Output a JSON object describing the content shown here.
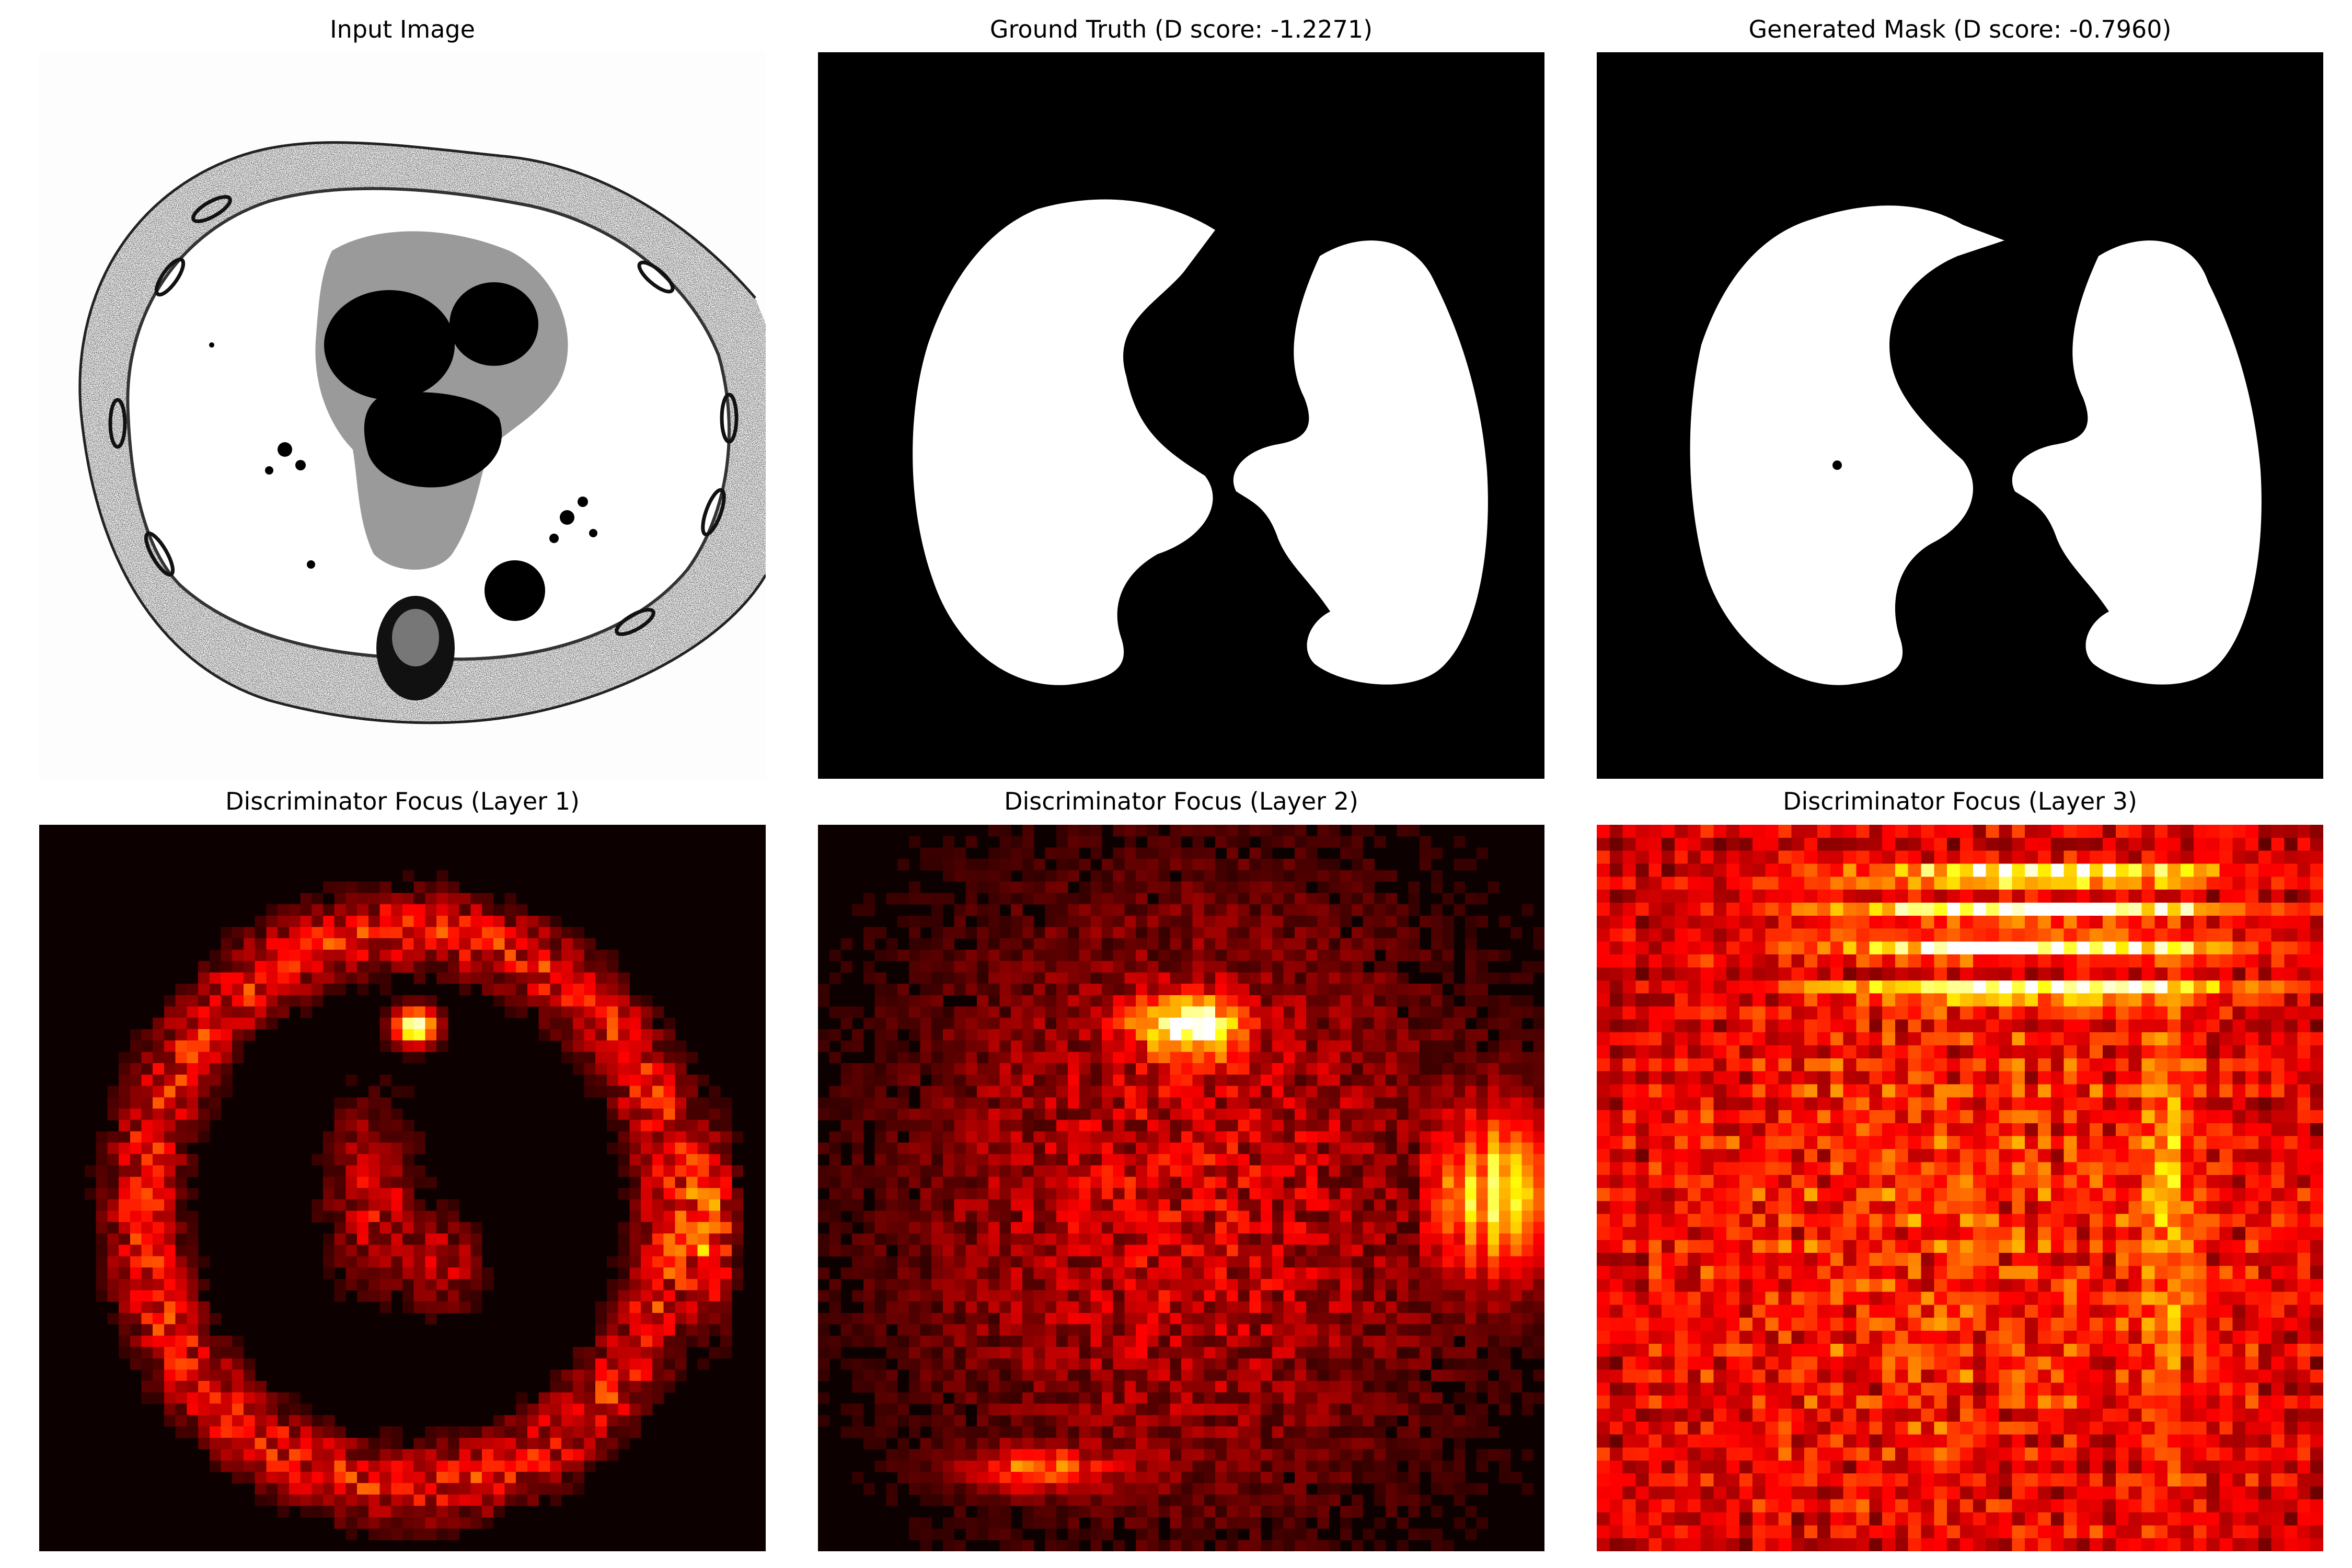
{
  "figure": {
    "panels": [
      {
        "key": "input",
        "title": "Input Image"
      },
      {
        "key": "ground_truth",
        "title": "Ground Truth (D score: -1.2271)"
      },
      {
        "key": "generated",
        "title": "Generated Mask (D score: -0.7960)"
      },
      {
        "key": "focus1",
        "title": "Discriminator Focus (Layer 1)"
      },
      {
        "key": "focus2",
        "title": "Discriminator Focus (Layer 2)"
      },
      {
        "key": "focus3",
        "title": "Discriminator Focus (Layer 3)"
      }
    ]
  },
  "colors": {
    "mask_foreground": "#ffffff",
    "mask_background": "#000000",
    "heatmap_low": "#0c0000",
    "heatmap_high": "#ffffff"
  }
}
